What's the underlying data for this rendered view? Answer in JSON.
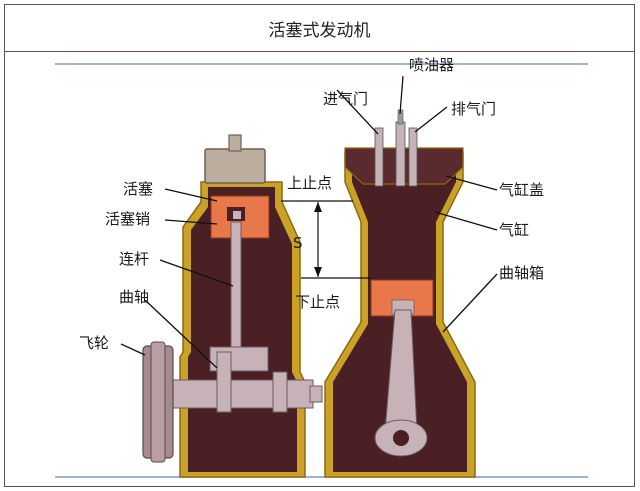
{
  "title": "活塞式发动机",
  "labels": {
    "piston": "活塞",
    "piston_pin": "活塞销",
    "connecting_rod": "连杆",
    "crankshaft": "曲轴",
    "flywheel": "飞轮",
    "tdc": "上止点",
    "bdc": "下止点",
    "stroke": "S",
    "intake_valve": "进气门",
    "injector": "喷油器",
    "exhaust_valve": "排气门",
    "cylinder_head": "气缸盖",
    "cylinder": "气缸",
    "crankcase": "曲轴箱"
  },
  "colors": {
    "casing": "#c9a227",
    "body": "#4a2024",
    "piston": "#e8774a",
    "metal": "#c7b2b8"
  }
}
